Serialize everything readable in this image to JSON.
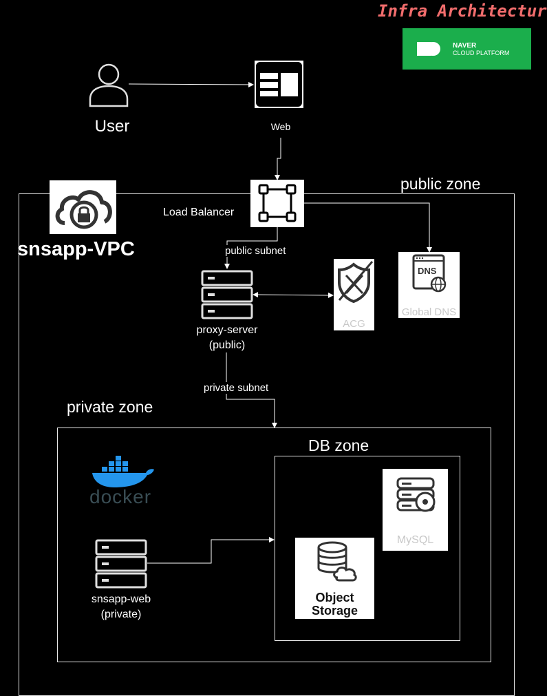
{
  "title": "Infra Architecture",
  "brand": {
    "line1": "NAVER",
    "line2": "CLOUD PLATFORM",
    "color": "#1bae4c"
  },
  "colors": {
    "title": "#f26d6d",
    "background": "#000000",
    "line": "#ffffff",
    "muted": "#bdbdbd"
  },
  "nodes": {
    "user": {
      "label": "User",
      "icon": "user-icon"
    },
    "web": {
      "label": "Web",
      "icon": "web-layout-icon"
    },
    "load_balancer": {
      "label": "Load Balancer",
      "icon": "load-balancer-icon"
    },
    "vpc": {
      "label": "snsapp-VPC",
      "icon": "cloud-lock-icon"
    },
    "proxy": {
      "label_line1": "proxy-server",
      "label_line2": "(public)",
      "icon": "server-icon"
    },
    "acg": {
      "label": "ACG",
      "icon": "shield-icon"
    },
    "dns": {
      "label": "Global DNS",
      "icon": "dns-icon"
    },
    "docker": {
      "label": "docker",
      "icon": "docker-whale-icon"
    },
    "web_server": {
      "label_line1": "snsapp-web",
      "label_line2": "(private)",
      "icon": "server-icon"
    },
    "object_storage": {
      "label_line1": "Object",
      "label_line2": "Storage",
      "icon": "database-cloud-icon"
    },
    "mysql": {
      "label": "MySQL",
      "icon": "db-server-icon"
    }
  },
  "zones": {
    "public": "public zone",
    "private": "private zone",
    "db": "DB zone"
  },
  "edges": {
    "public_subnet": "public subnet",
    "private_subnet": "private subnet"
  }
}
